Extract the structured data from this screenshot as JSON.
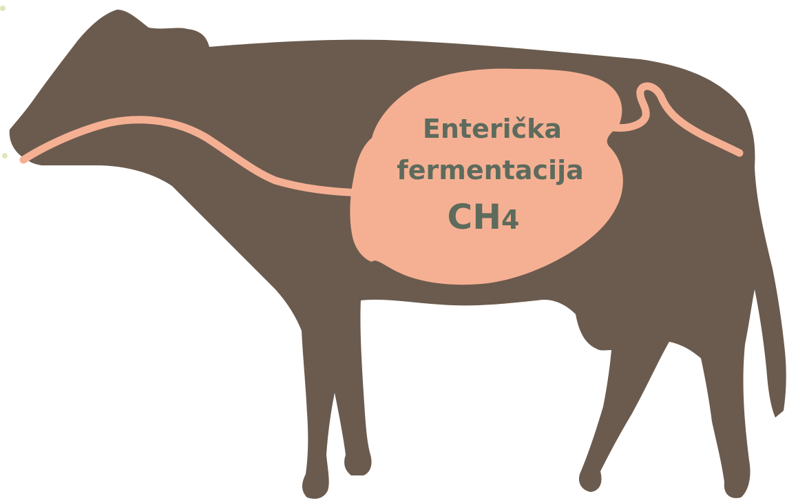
{
  "colors": {
    "background": "#ffffff",
    "cow": "#6b5b4e",
    "digestive_tract": "#f5b093",
    "label_text": "#5d6b5d",
    "dot": "#dfe6b8"
  },
  "diagram": {
    "subject_icon": "cow-silhouette-icon",
    "organ_icon": "rumen-icon",
    "label": {
      "line1": "Enterička",
      "line2": "fermentacija",
      "gas_prefix": "CH",
      "gas_subscript": "4"
    }
  }
}
